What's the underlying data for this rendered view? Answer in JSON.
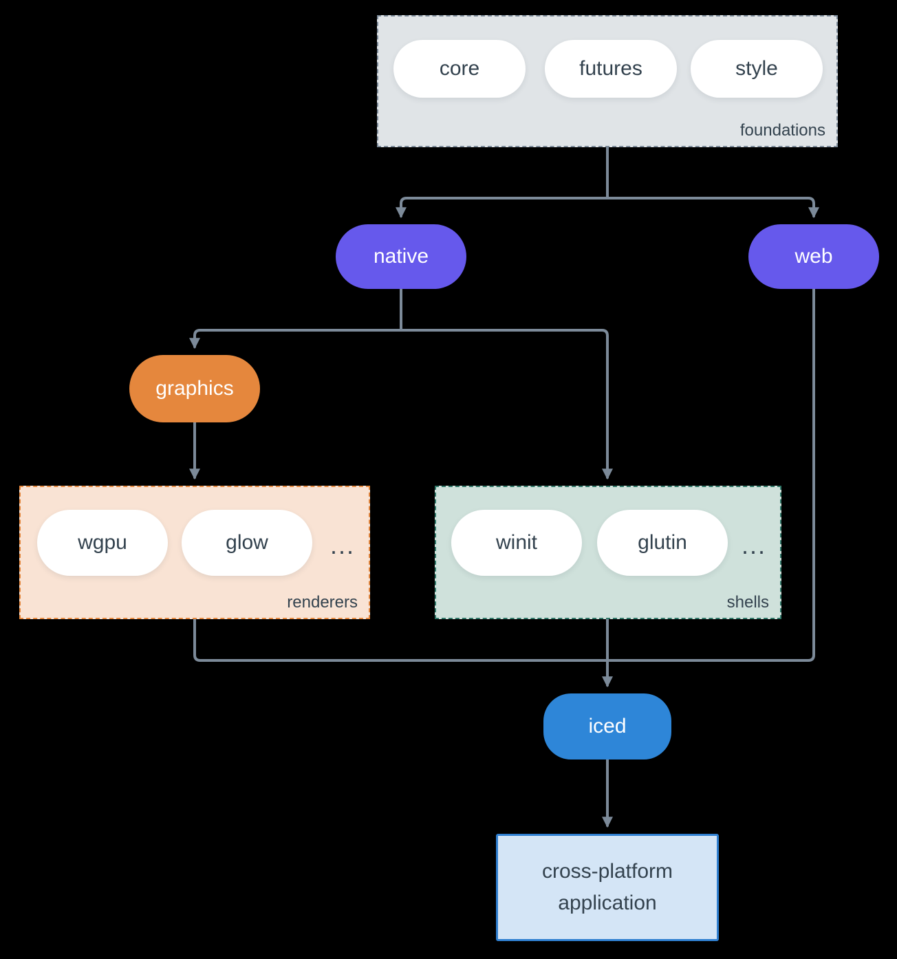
{
  "colors": {
    "background": "#000000",
    "line": "#7c8a99",
    "purple_node": "#6659ec",
    "orange_node": "#e5873d",
    "blue_node": "#2e86d8",
    "foundations_fill": "#e0e4e7",
    "foundations_border": "#7c8a99",
    "renderers_fill": "#f9e3d4",
    "renderers_border": "#e5873d",
    "shells_fill": "#cfe1db",
    "shells_border": "#2e7566",
    "app_fill": "#d4e5f6",
    "app_border": "#2f7fd0",
    "pill_fill": "#ffffff",
    "text_dark": "#33424e"
  },
  "foundations": {
    "label": "foundations",
    "items": [
      "core",
      "futures",
      "style"
    ]
  },
  "native": {
    "label": "native"
  },
  "web": {
    "label": "web"
  },
  "graphics": {
    "label": "graphics"
  },
  "renderers": {
    "label": "renderers",
    "items": [
      "wgpu",
      "glow"
    ],
    "ellipsis": "..."
  },
  "shells": {
    "label": "shells",
    "items": [
      "winit",
      "glutin"
    ],
    "ellipsis": "..."
  },
  "iced": {
    "label": "iced"
  },
  "application": {
    "line1": "cross-platform",
    "line2": "application"
  }
}
